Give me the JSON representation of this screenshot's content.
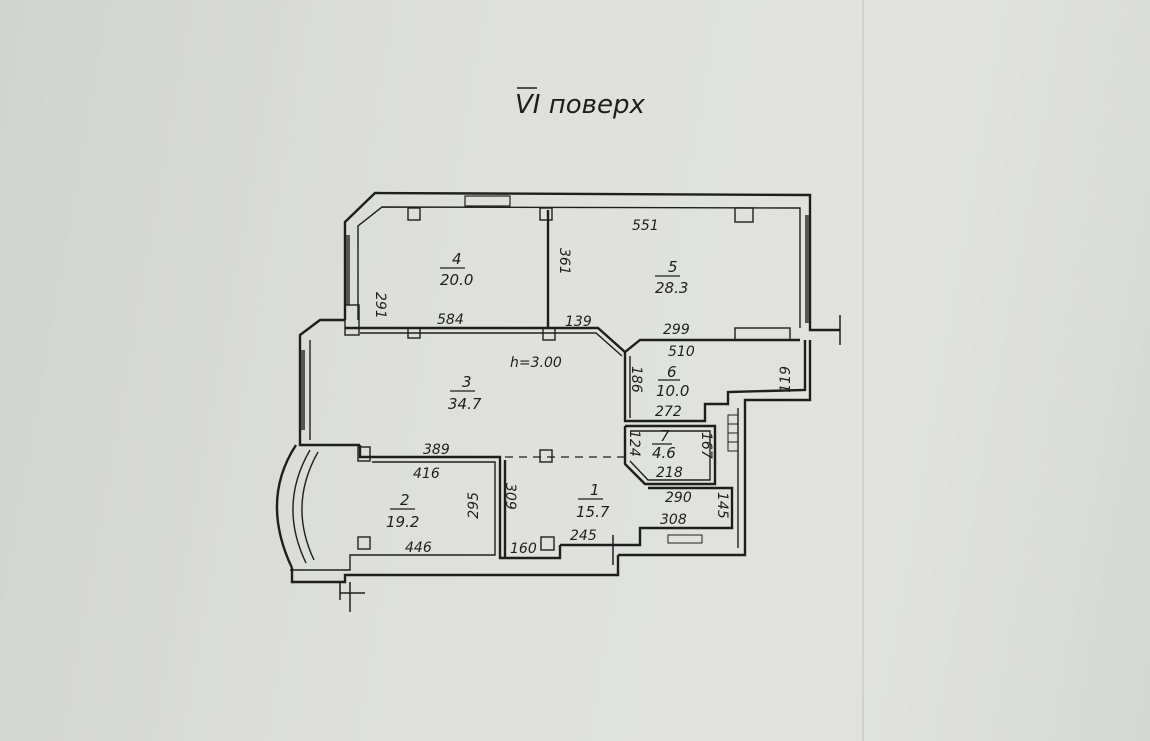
{
  "title": "VI поверх",
  "height_note": "h=3.00",
  "rooms": [
    {
      "number": "1",
      "area": "15.7"
    },
    {
      "number": "2",
      "area": "19.2"
    },
    {
      "number": "3",
      "area": "34.7"
    },
    {
      "number": "4",
      "area": "20.0"
    },
    {
      "number": "5",
      "area": "28.3"
    },
    {
      "number": "6",
      "area": "10.0"
    },
    {
      "number": "7",
      "area": "4.6"
    }
  ],
  "dimensions": {
    "d551": "551",
    "d291": "291",
    "d361": "361",
    "d584": "584",
    "d139": "139",
    "d299": "299",
    "d510": "510",
    "d119": "119",
    "d186": "186",
    "d272": "272",
    "d124": "124",
    "d167": "167",
    "d218": "218",
    "d389": "389",
    "d416": "416",
    "d295": "295",
    "d309": "309",
    "d290": "290",
    "d145": "145",
    "d308": "308",
    "d446": "446",
    "d160": "160",
    "d245": "245"
  }
}
